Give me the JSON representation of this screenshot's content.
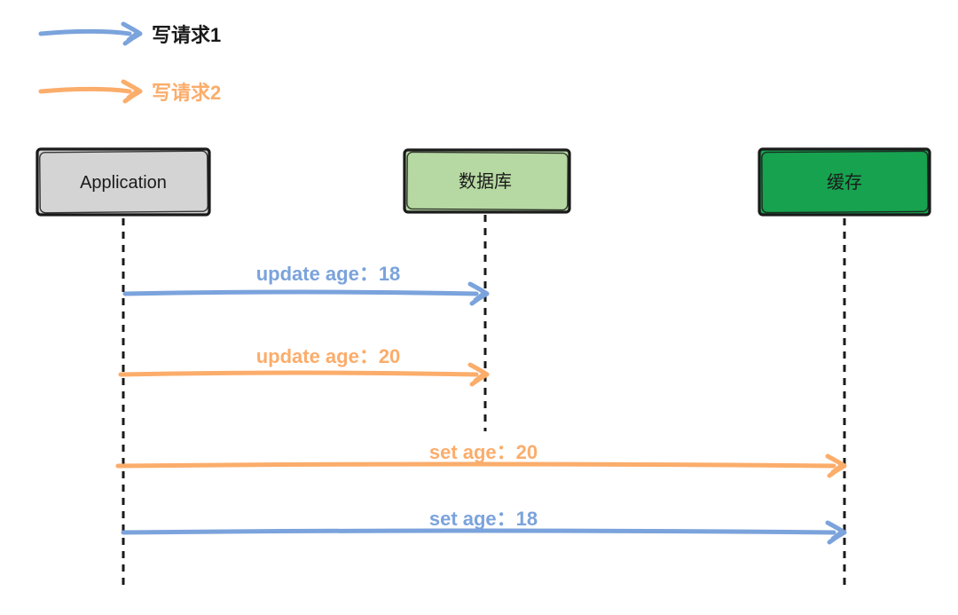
{
  "legend": {
    "items": [
      {
        "label": "写请求1",
        "color": "#7ba3dc",
        "text_color": "#1a1a1a"
      },
      {
        "label": "写请求2",
        "color": "#fbad6b",
        "text_color": "#fbad6b"
      }
    ]
  },
  "actors": [
    {
      "id": "application",
      "label": "Application",
      "fill": "#d4d4d4",
      "border_color": "#1a1a1a"
    },
    {
      "id": "database",
      "label": "数据库",
      "fill": "#b6d8a2",
      "border_color": "#1a1a1a"
    },
    {
      "id": "cache",
      "label": "缓存",
      "fill": "#17a24f",
      "border_color": "#1a1a1a"
    }
  ],
  "messages": [
    {
      "from": "Application",
      "to": "数据库",
      "label": "update age：18",
      "color": "#7ba3dc"
    },
    {
      "from": "Application",
      "to": "数据库",
      "label": "update age：20",
      "color": "#fbad6b"
    },
    {
      "from": "Application",
      "to": "缓存",
      "label": "set age：20",
      "color": "#fbad6b"
    },
    {
      "from": "Application",
      "to": "缓存",
      "label": "set age：18",
      "color": "#7ba3dc"
    }
  ],
  "colors": {
    "background": "#ffffff",
    "line_black": "#1a1a1a",
    "write_request_1": "#7ba3dc",
    "write_request_2": "#fbad6b"
  }
}
